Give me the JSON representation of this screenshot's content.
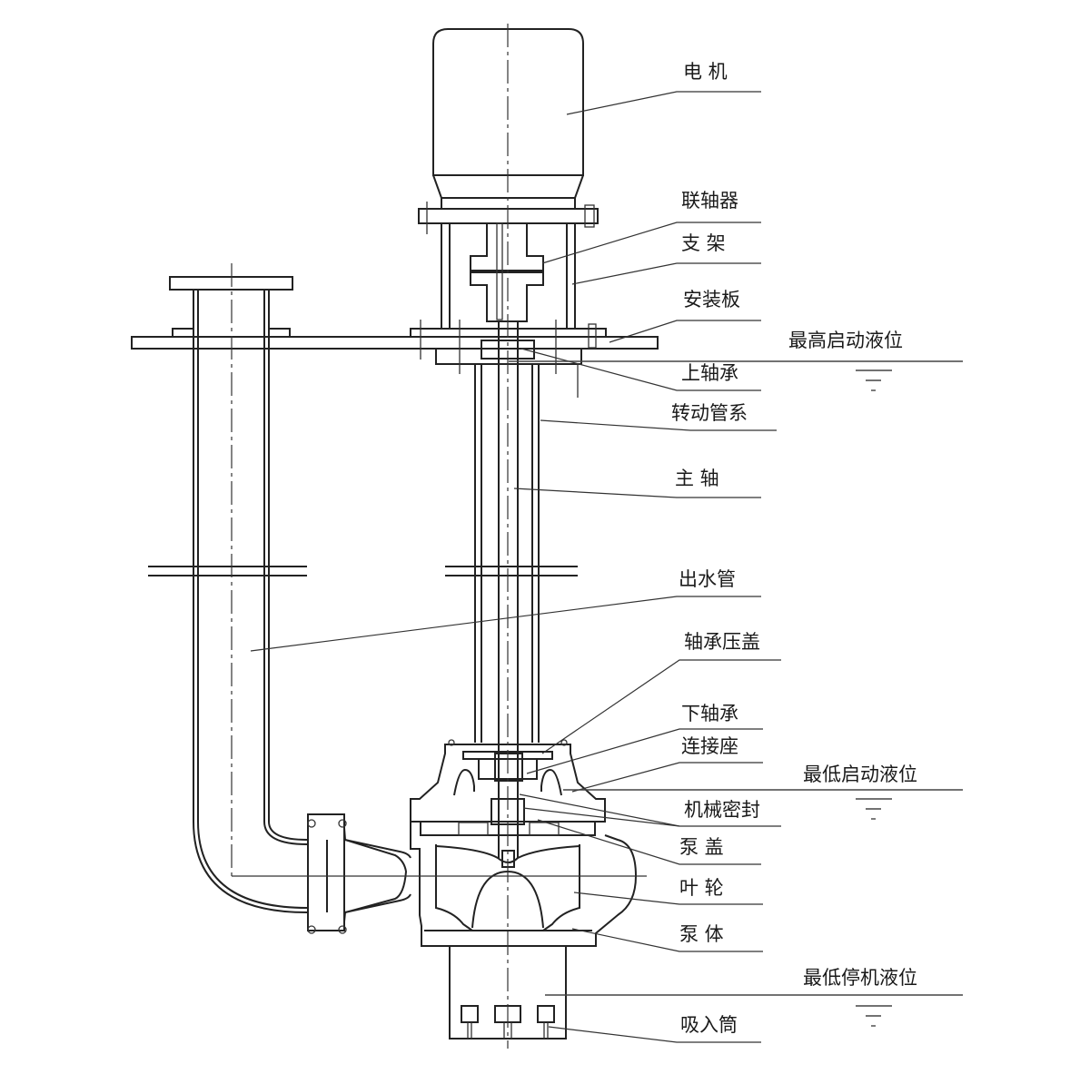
{
  "diagram": {
    "title": "",
    "type": "vertical-pump-assembly",
    "colors": {
      "line": "#222222",
      "background": "#ffffff",
      "text": "#1a1a1a"
    },
    "part_labels": [
      {
        "id": "motor",
        "text": "电 机"
      },
      {
        "id": "coupling",
        "text": "联轴器"
      },
      {
        "id": "bracket",
        "text": "支 架"
      },
      {
        "id": "mounting-plate",
        "text": "安装板"
      },
      {
        "id": "upper-bearing",
        "text": "上轴承"
      },
      {
        "id": "rotating-pipe-system",
        "text": "转动管系"
      },
      {
        "id": "main-shaft",
        "text": "主 轴"
      },
      {
        "id": "outlet-pipe",
        "text": "出水管"
      },
      {
        "id": "bearing-gland",
        "text": "轴承压盖"
      },
      {
        "id": "lower-bearing",
        "text": "下轴承"
      },
      {
        "id": "connecting-seat",
        "text": "连接座"
      },
      {
        "id": "mechanical-seal",
        "text": "机械密封"
      },
      {
        "id": "pump-cover",
        "text": "泵 盖"
      },
      {
        "id": "impeller",
        "text": "叶 轮"
      },
      {
        "id": "pump-body",
        "text": "泵 体"
      },
      {
        "id": "suction-cylinder",
        "text": "吸入筒"
      }
    ],
    "liquid_levels": [
      {
        "id": "max-start-level",
        "text": "最高启动液位"
      },
      {
        "id": "min-start-level",
        "text": "最低启动液位"
      },
      {
        "id": "min-stop-level",
        "text": "最低停机液位"
      }
    ]
  }
}
